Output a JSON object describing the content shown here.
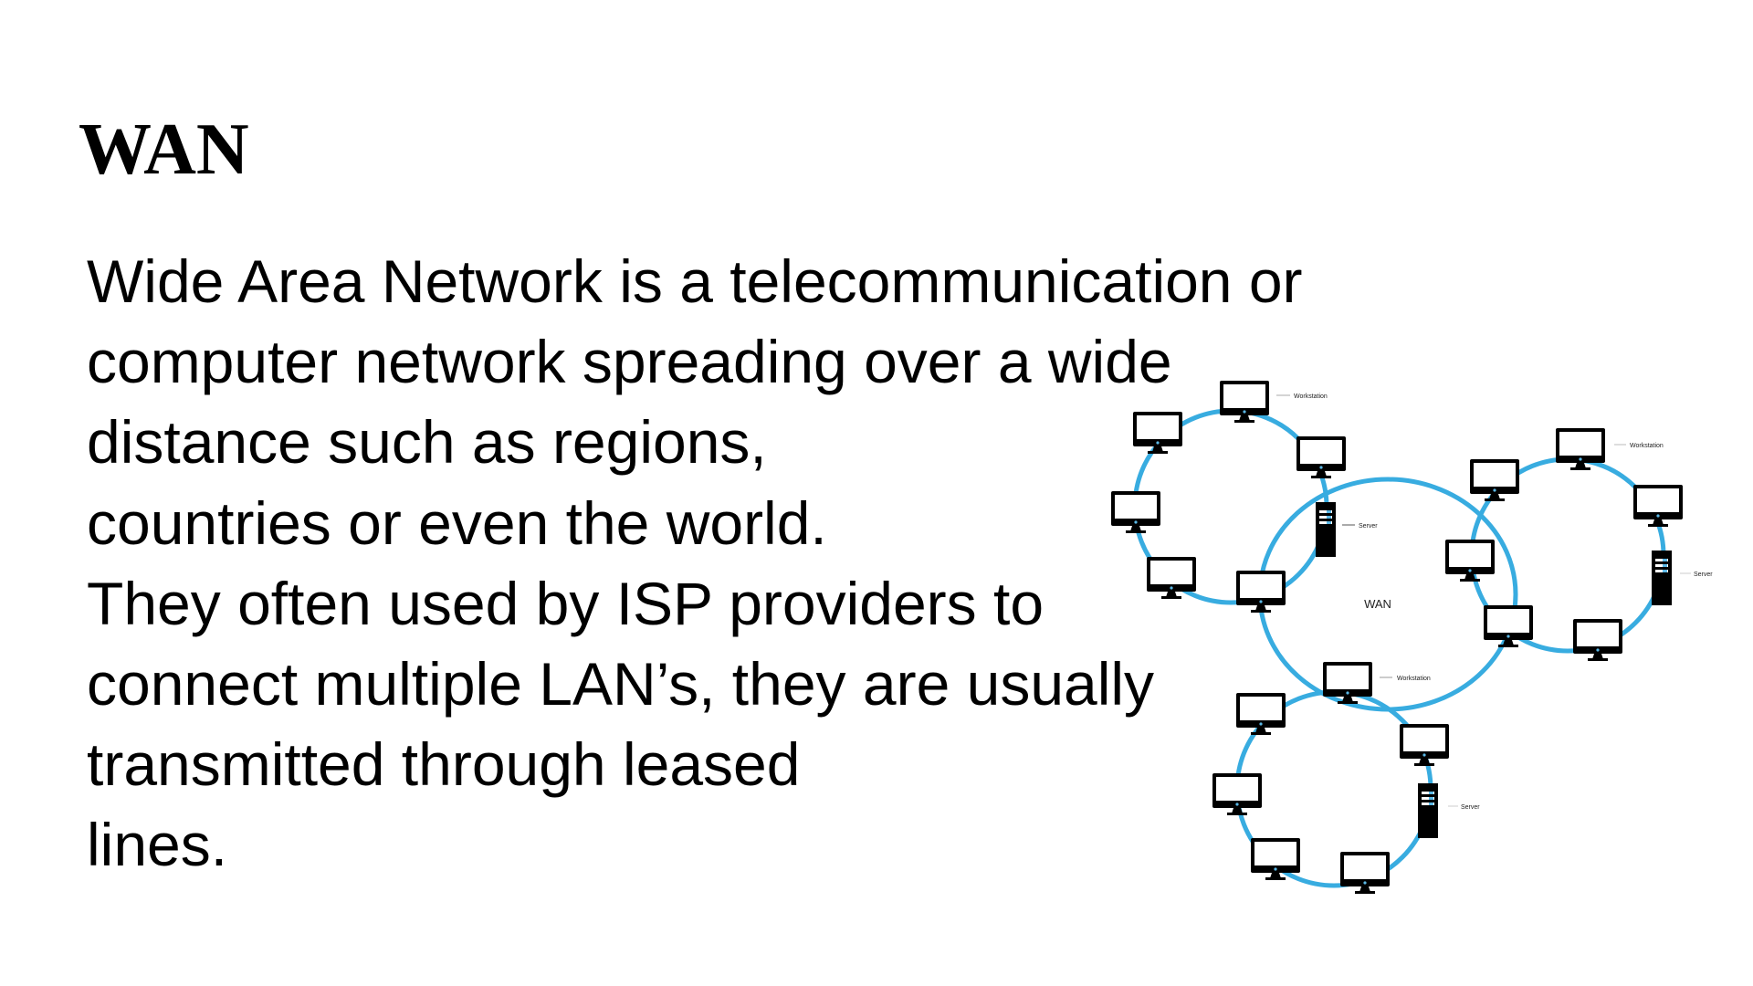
{
  "slide": {
    "title": "WAN",
    "body_lines": [
      "Wide Area Network is a telecommunication or",
      "computer network spreading over a wide",
      "distance such as regions,",
      "countries or even the world.",
      "They often used by ISP providers to",
      "connect multiple LAN’s, they are usually",
      "transmitted through leased",
      "lines."
    ]
  },
  "diagram": {
    "center_label": "WAN",
    "ring_color": "#38ace0",
    "icon_color": "#000000",
    "rings": [
      {
        "name": "lan-ring-1",
        "workstation_label": "Workstation",
        "server_label": "Server",
        "workstation_count": 6,
        "server_count": 1
      },
      {
        "name": "lan-ring-2",
        "workstation_label": "Workstation",
        "server_label": "Server",
        "workstation_count": 6,
        "server_count": 1
      },
      {
        "name": "lan-ring-3",
        "workstation_label": "Workstation",
        "server_label": "Server",
        "workstation_count": 6,
        "server_count": 1
      }
    ]
  }
}
